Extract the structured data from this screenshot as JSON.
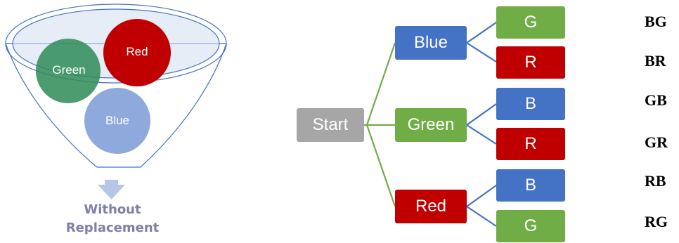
{
  "funnel": {
    "balls": [
      {
        "label": "Red",
        "color": "#c00000"
      },
      {
        "label": "Green",
        "color": "#2e8b57"
      },
      {
        "label": "Blue",
        "color": "#8ea9db"
      }
    ],
    "caption_line1": "Without",
    "caption_line2": "Replacement",
    "outline_color": "#4472c4",
    "arrow_color": "#b4c7e7"
  },
  "tree": {
    "root": {
      "label": "Start",
      "color": "#a6a6a6"
    },
    "level1": [
      {
        "label": "Blue",
        "color": "#4472c4"
      },
      {
        "label": "Green",
        "color": "#70ad47"
      },
      {
        "label": "Red",
        "color": "#c00000"
      }
    ],
    "level2": [
      {
        "label": "G",
        "color": "#70ad47"
      },
      {
        "label": "R",
        "color": "#c00000"
      },
      {
        "label": "B",
        "color": "#4472c4"
      },
      {
        "label": "R",
        "color": "#c00000"
      },
      {
        "label": "B",
        "color": "#4472c4"
      },
      {
        "label": "G",
        "color": "#70ad47"
      }
    ],
    "root_connector_color": "#70ad47",
    "branch_connector_color": "#4472c4"
  },
  "outcomes": [
    "BG",
    "BR",
    "GB",
    "GR",
    "RB",
    "RG"
  ]
}
